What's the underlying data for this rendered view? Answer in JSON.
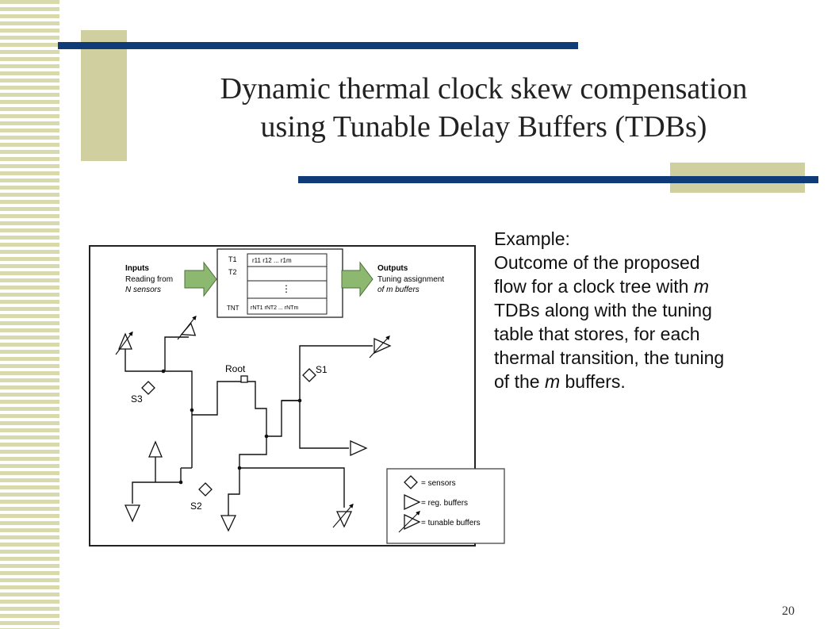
{
  "title": {
    "line1": "Dynamic thermal clock skew compensation",
    "line2": "using Tunable Delay Buffers (TDBs)"
  },
  "description": {
    "line1": "Example:",
    "line2": "Outcome of the proposed",
    "line3_prefix": "flow for a clock tree with ",
    "line3_var": "m",
    "line4": "TDBs along with the tuning",
    "line5": "table that stores, for each",
    "line6": "thermal transition, the tuning",
    "line7_prefix": "of the ",
    "line7_var": "m",
    "line7_suffix": " buffers."
  },
  "diagram": {
    "inputs_title": "Inputs",
    "inputs_line1": "Reading from",
    "inputs_line2": "N sensors",
    "outputs_title": "Outputs",
    "outputs_line1": "Tuning assignment",
    "outputs_line2": "of m buffers",
    "table_rows": [
      "T1",
      "T2",
      "TNT"
    ],
    "row1_values": "r11  r12  ...  r1m",
    "row_last_values": "rNT1  rNT2  ...  rNTm",
    "vdots": "⋮",
    "root_label": "Root",
    "sensor_labels": [
      "S1",
      "S2",
      "S3"
    ],
    "legend": {
      "sensors": "= sensors",
      "regular": "= reg. buffers",
      "tunable": "= tunable buffers"
    }
  },
  "page_number": "20",
  "colors": {
    "accent_navy": "#0f3c78",
    "accent_olive": "#cfcf9f",
    "arrow_green": "#8db870"
  }
}
